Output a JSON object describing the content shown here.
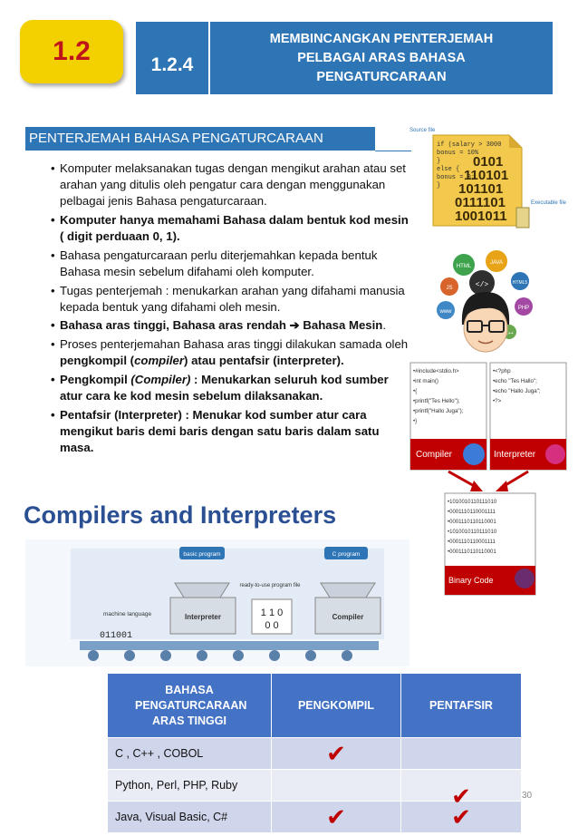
{
  "header": {
    "chapter": "1.2",
    "subsection": "1.2.4",
    "title_lines": [
      "MEMBINCANGKAN PENTERJEMAH",
      "PELBAGAI ARAS BAHASA",
      "PENGATURCARAAN"
    ]
  },
  "section_title": "PENTERJEMAH BAHASA PENGATURCARAAN",
  "bullets": [
    {
      "text": "Komputer melaksanakan tugas dengan mengikut arahan atau set arahan yang ditulis oleh pengatur cara dengan menggunakan pelbagai jenis Bahasa pengaturcaraan."
    },
    {
      "text": "Komputer hanya memahami Bahasa dalam bentuk kod mesin ( digit perduaan 0, 1)."
    },
    {
      "text": "Bahasa pengaturcaraan perlu diterjemahkan kepada bentuk Bahasa mesin sebelum difahami oleh komputer."
    },
    {
      "text": "Tugas penterjemah : menukarkan arahan yang difahami manusia kepada bentuk yang difahami oleh mesin."
    },
    {
      "a": "Bahasa aras tinggi, Bahasa aras rendah",
      "b": "Bahasa",
      "c": "Mesin",
      "d": "."
    },
    {
      "a": "Proses penterjemahan Bahasa aras tinggi dilakukan samada oleh ",
      "b": "pengkompil (",
      "c": "compiler",
      "d": ") atau pentafsir (interpreter)."
    },
    {
      "a": "Pengkompil ",
      "b": "(Compiler)",
      "c": " : Menukarkan seluruh kod sumber atur cara ke kod mesin sebelum dilaksanakan."
    },
    {
      "text": "Pentafsir (Interpreter) : Menukar kod sumber atur cara mengikut baris demi baris dengan satu baris dalam satu masa."
    }
  ],
  "fig1": {
    "source_label": "Source file",
    "exec_label": "Executable file",
    "code_lines": [
      "if (salary > 3000",
      "  bonus = 10%",
      "}",
      "else {",
      "  bonus = 0;",
      "}"
    ],
    "binary_lines": [
      "0101",
      "110101",
      "101101",
      "0111101",
      "1001011"
    ]
  },
  "fig2": {
    "tags": [
      "HTML",
      "JAVA",
      "JS",
      "HTML5",
      "www",
      "PHP",
      "</>",
      "C++"
    ]
  },
  "fig3": {
    "compiler_code": [
      "•#include<stdio.h>",
      "•int main()",
      "•{",
      "•printf(\"Tes Hello\");",
      "•printf(\"Hallo Juga\");",
      "•}"
    ],
    "interpreter_code": [
      "•<?php",
      "•echo \"Tes Hallo\";",
      "•echo \"Hallo Juga\";",
      "•?>"
    ],
    "compiler_label": "Compiler",
    "interpreter_label": "Interpreter",
    "binary_code": [
      "•1010010110111010",
      "•0001110110001111",
      "•0001110110110001",
      "•1010010110111010",
      "•0001110110001111",
      "•0001110110110001"
    ],
    "binary_label": "Binary Code"
  },
  "fig4": {
    "title": "Compilers and Interpreters",
    "basic_program": "basic program",
    "c_program": "C program",
    "machine_language": "machine language",
    "interpreter": "Interpreter",
    "compiler": "Compiler",
    "ready": "ready-to-use program file",
    "bits": "011001",
    "bits2": "1 1 0",
    "bits3": "0 0"
  },
  "table": {
    "headers": [
      "BAHASA PENGATURCARAAN ARAS TINGGI",
      "PENGKOMPIL",
      "PENTAFSIR"
    ],
    "tick": "✔",
    "rows": [
      {
        "lang": "C , C++ , COBOL",
        "compiler": true,
        "interpreter": false
      },
      {
        "lang": "Python, Perl, PHP, Ruby",
        "compiler": false,
        "interpreter": true
      },
      {
        "lang": "Java, Visual Basic, C#",
        "compiler": true,
        "interpreter": true
      }
    ]
  },
  "page_number": "30",
  "colors": {
    "blue": "#2e75b6",
    "yellow": "#f3d000",
    "red": "#c0141b",
    "table_head": "#4472c4"
  }
}
